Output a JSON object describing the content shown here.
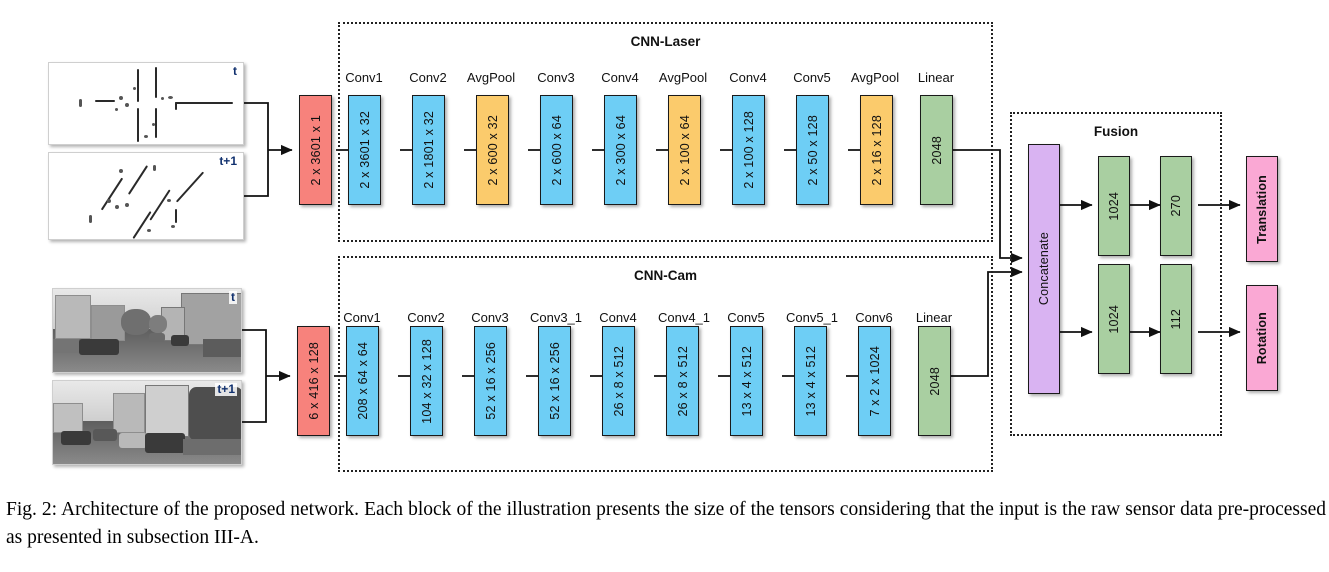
{
  "figure": {
    "caption": "Fig. 2: Architecture of the proposed network. Each block of the illustration presents the size of the tensors considering that the input is the raw sensor data pre-processed as presented in subsection III-A."
  },
  "inputs": {
    "laser": {
      "frame_t_label": "t",
      "frame_t1_label": "t+1",
      "input_block": "2 x 3601 x 1"
    },
    "camera": {
      "frame_t_label": "t",
      "frame_t1_label": "t+1",
      "input_block": "6 x 416 x 128"
    }
  },
  "branches": [
    {
      "title": "CNN-Laser",
      "layers": [
        {
          "name": "Conv1",
          "tensor": "2 x 3601 x 32",
          "kind": "conv"
        },
        {
          "name": "Conv2",
          "tensor": "2 x 1801 x 32",
          "kind": "conv"
        },
        {
          "name": "AvgPool",
          "tensor": "2 x 600 x 32",
          "kind": "pool"
        },
        {
          "name": "Conv3",
          "tensor": "2 x 600 x 64",
          "kind": "conv"
        },
        {
          "name": "Conv4",
          "tensor": "2 x 300 x 64",
          "kind": "conv"
        },
        {
          "name": "AvgPool",
          "tensor": "2 x 100 x 64",
          "kind": "pool"
        },
        {
          "name": "Conv4",
          "tensor": "2 x 100 x 128",
          "kind": "conv"
        },
        {
          "name": "Conv5",
          "tensor": "2 x 50 x 128",
          "kind": "conv"
        },
        {
          "name": "AvgPool",
          "tensor": "2 x 16 x 128",
          "kind": "pool"
        },
        {
          "name": "Linear",
          "tensor": "2048",
          "kind": "linear"
        }
      ]
    },
    {
      "title": "CNN-Cam",
      "layers": [
        {
          "name": "Conv1",
          "tensor": "208 x 64 x 64",
          "kind": "conv"
        },
        {
          "name": "Conv2",
          "tensor": "104 x 32 x 128",
          "kind": "conv"
        },
        {
          "name": "Conv3",
          "tensor": "52  x 16 x 256",
          "kind": "conv"
        },
        {
          "name": "Conv3_1",
          "tensor": "52  x 16 x 256",
          "kind": "conv"
        },
        {
          "name": "Conv4",
          "tensor": "26 x 8 x 512",
          "kind": "conv"
        },
        {
          "name": "Conv4_1",
          "tensor": "26 x 8 x 512",
          "kind": "conv"
        },
        {
          "name": "Conv5",
          "tensor": "13 x 4 x 512",
          "kind": "conv"
        },
        {
          "name": "Conv5_1",
          "tensor": "13 x 4 x 512",
          "kind": "conv"
        },
        {
          "name": "Conv6",
          "tensor": "7 x 2 x 1024",
          "kind": "conv"
        },
        {
          "name": "Linear",
          "tensor": "2048",
          "kind": "linear"
        }
      ]
    }
  ],
  "fusion": {
    "title": "Fusion",
    "concatenate_label": "Concatenate",
    "translation_path": {
      "fc1": "1024",
      "fc2": "270"
    },
    "rotation_path": {
      "fc1": "1024",
      "fc2": "112"
    }
  },
  "outputs": [
    {
      "label": "Translation"
    },
    {
      "label": "Rotation"
    }
  ],
  "colors": {
    "conv": "#6ECEF5",
    "pool": "#FBCB6C",
    "linear": "#A9CFA1",
    "input": "#F7827C",
    "concatenate": "#D9B3F2",
    "output": "#FAA8D4"
  }
}
